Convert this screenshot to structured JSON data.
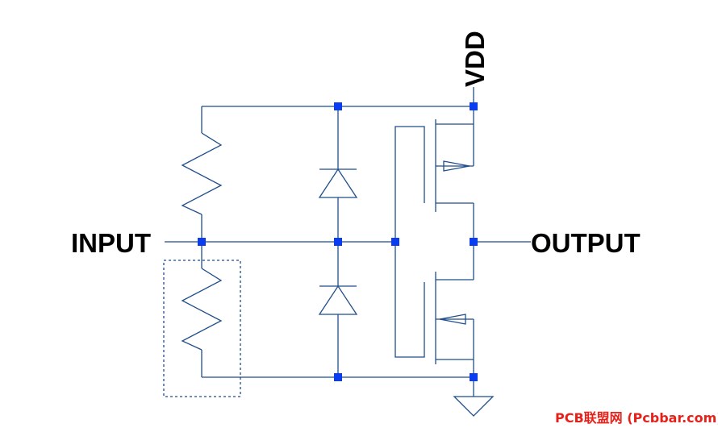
{
  "labels": {
    "input": "INPUT",
    "output": "OUTPUT",
    "vdd": "VDD"
  },
  "watermark": "PCB联盟网 (Pcbbar.com)",
  "colors": {
    "wire": "#1f4e8c",
    "junction": "#0a3cf0",
    "text": "#000000",
    "watermark": "#e8201a",
    "background": "#ffffff"
  },
  "components": [
    {
      "type": "resistor",
      "name": "pull-up-resistor"
    },
    {
      "type": "resistor",
      "name": "pull-down-resistor"
    },
    {
      "type": "diode",
      "name": "upper-clamp-diode"
    },
    {
      "type": "diode",
      "name": "lower-clamp-diode"
    },
    {
      "type": "pmos",
      "name": "pmos-transistor"
    },
    {
      "type": "nmos",
      "name": "nmos-transistor"
    },
    {
      "type": "ground",
      "name": "ground-symbol"
    }
  ]
}
